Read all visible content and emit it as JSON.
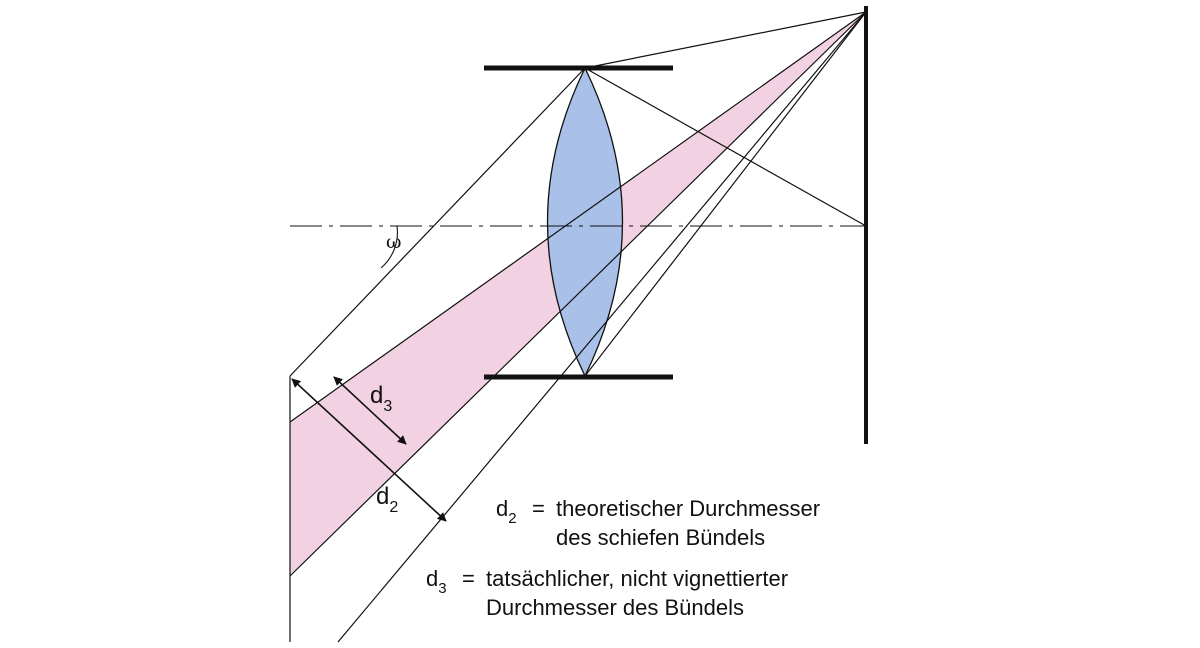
{
  "colors": {
    "beam_fill": "#f2d2e2",
    "lens_fill": "#a9c0e8",
    "stroke": "#111111",
    "background": "#ffffff"
  },
  "labels": {
    "angle": "ω",
    "d3_label": {
      "main": "d",
      "sub": "3"
    },
    "d2_label": {
      "main": "d",
      "sub": "2"
    }
  },
  "legend": {
    "d2": {
      "symbol": "d",
      "sub": "2",
      "eq": "=",
      "line1": "theoretischer Durchmesser",
      "line2": "des schiefen Bündels"
    },
    "d3": {
      "symbol": "d",
      "sub": "3",
      "eq": "=",
      "line1": "tatsächlicher, nicht vignettierter",
      "line2": "Durchmesser des Bündels"
    }
  }
}
